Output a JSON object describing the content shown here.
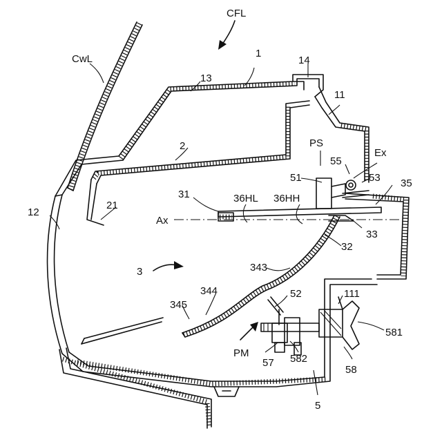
{
  "labels": {
    "cfl": "CFL",
    "cwl": "CwL",
    "n1": "1",
    "n14": "14",
    "n13": "13",
    "n11": "11",
    "n2": "2",
    "ps": "PS",
    "ex": "Ex",
    "n55": "55",
    "n51": "51",
    "n53": "53",
    "n35": "35",
    "n12": "12",
    "n21": "21",
    "n31": "31",
    "n36hl": "36HL",
    "n36hh": "36HH",
    "ax": "Ax",
    "n33": "33",
    "n32": "32",
    "n3": "3",
    "n343": "343",
    "n344": "344",
    "n52": "52",
    "n111": "111",
    "n345": "345",
    "n581": "581",
    "pm": "PM",
    "n57": "57",
    "n582": "582",
    "n58": "58",
    "n5": "5"
  }
}
